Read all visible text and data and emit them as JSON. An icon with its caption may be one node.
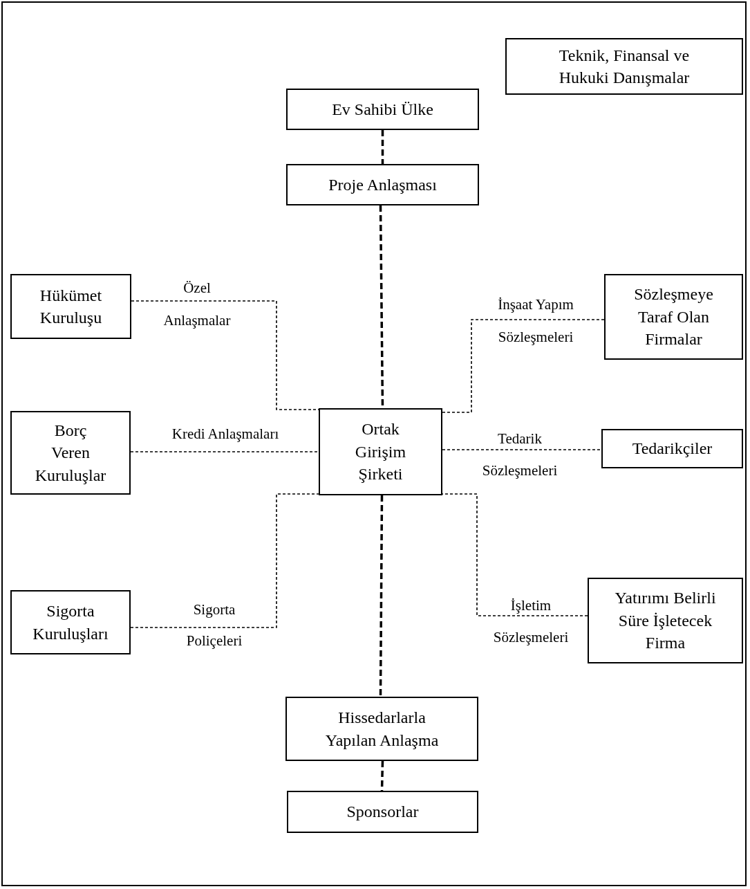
{
  "diagram": {
    "nodes": [
      {
        "text": [
          "Teknik, Finansal ve Hukuki Danışmalar"
        ]
      },
      {
        "text": [
          "Ev Sahibi Ülke"
        ]
      },
      {
        "text": [
          "Proje Anlaşması"
        ]
      },
      {
        "text": [
          "Hükümet Kuruluşu"
        ]
      },
      {
        "text": [
          "Sözleşmeye Taraf Olan Firmalar"
        ]
      },
      {
        "text": [
          "Borç Veren Kuruluşlar"
        ]
      },
      {
        "text": [
          "Ortak Girişim Şirketi"
        ]
      },
      {
        "text": [
          "Tedarikçiler"
        ]
      },
      {
        "text": [
          "Sigorta Kuruluşları"
        ]
      },
      {
        "text": [
          "Yatırımı Belirli Süre İşletecek Firma"
        ]
      },
      {
        "text": [
          "Hissedarlarla Yapılan Anlaşma"
        ]
      },
      {
        "text": [
          "Sponsorlar"
        ]
      }
    ],
    "edges": [
      {
        "from": 1,
        "to": 2,
        "arrow": "none",
        "style": "dashed"
      },
      {
        "from": 2,
        "to": 6,
        "arrow": "none",
        "style": "dashed"
      },
      {
        "from": 3,
        "to": 6,
        "arrow": "none",
        "style": "dashed",
        "label": "Özel Anlaşmalar"
      },
      {
        "from": 4,
        "to": 6,
        "arrow": "none",
        "style": "dashed",
        "label": "İnşaat Yapım Sözleşmeleri"
      },
      {
        "from": 5,
        "to": 6,
        "arrow": "none",
        "style": "dashed",
        "label": "Kredi Anlaşmaları"
      },
      {
        "from": 6,
        "to": 7,
        "arrow": "none",
        "style": "dashed",
        "label": "Tedarik Sözleşmeleri"
      },
      {
        "from": 8,
        "to": 6,
        "arrow": "none",
        "style": "dashed",
        "label": "Sigorta Poliçeleri"
      },
      {
        "from": 9,
        "to": 6,
        "arrow": "none",
        "style": "dashed",
        "label": "İşletim Sözleşmeleri"
      },
      {
        "from": 6,
        "to": 10,
        "arrow": "none",
        "style": "dashed"
      },
      {
        "from": 10,
        "to": 11,
        "arrow": "none",
        "style": "dashed"
      }
    ]
  }
}
